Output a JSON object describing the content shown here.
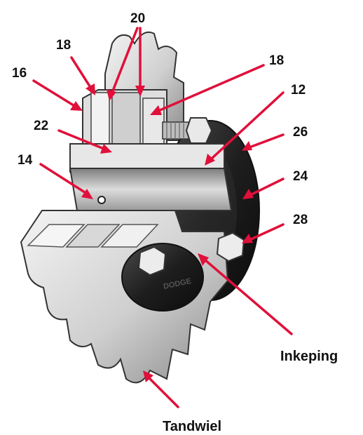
{
  "labels": {
    "l16": "16",
    "l18a": "18",
    "l20": "20",
    "l18b": "18",
    "l12": "12",
    "l22": "22",
    "l26": "26",
    "l14": "14",
    "l24": "24",
    "l28": "28",
    "inkeping": "Inkeping",
    "tandwiel": "Tandwiel"
  },
  "hub_marking": "DODGE",
  "colors": {
    "arrow": "#e0103a",
    "metal_light": "#e6e6e6",
    "metal_mid": "#bcbcbc",
    "metal_dark": "#6e6e6e",
    "rubber": "#1c1c1c"
  }
}
